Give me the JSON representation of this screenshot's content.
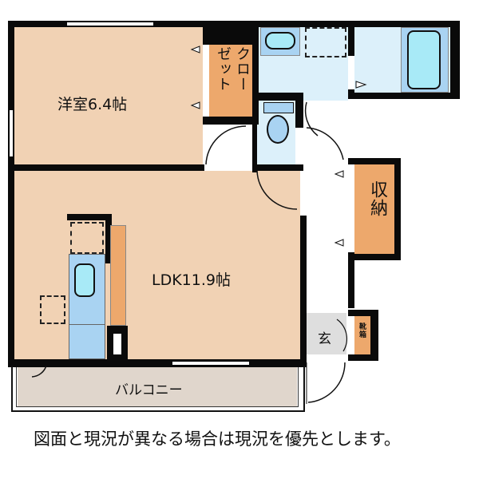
{
  "floorplan": {
    "rooms": {
      "western_room": {
        "label": "洋室6.4帖"
      },
      "ldk": {
        "label": "LDK11.9帖"
      },
      "closet": {
        "label": "クローゼット",
        "col1": "クロー",
        "col2": "ゼット"
      },
      "storage": {
        "label": "収納"
      },
      "shoe_box": {
        "label": "靴箱"
      },
      "entrance": {
        "label": "玄"
      },
      "balcony": {
        "label": "バルコニー"
      },
      "bath": {
        "label": ""
      },
      "washroom": {
        "label": ""
      },
      "toilet": {
        "label": ""
      }
    },
    "colors": {
      "room_tan": "#f1d2b4",
      "wet_area_blue": "#dcf0fa",
      "fixture_blue": "#a9d3f2",
      "fixture_cyan": "#a8eaf7",
      "closet_orange": "#eda86c",
      "balcony": "#e0d6cc",
      "entrance_gray": "#dedede",
      "wall": "#0a0a0a"
    }
  },
  "footer": {
    "disclaimer": "図面と現況が異なる場合は現況を優先とします。"
  }
}
